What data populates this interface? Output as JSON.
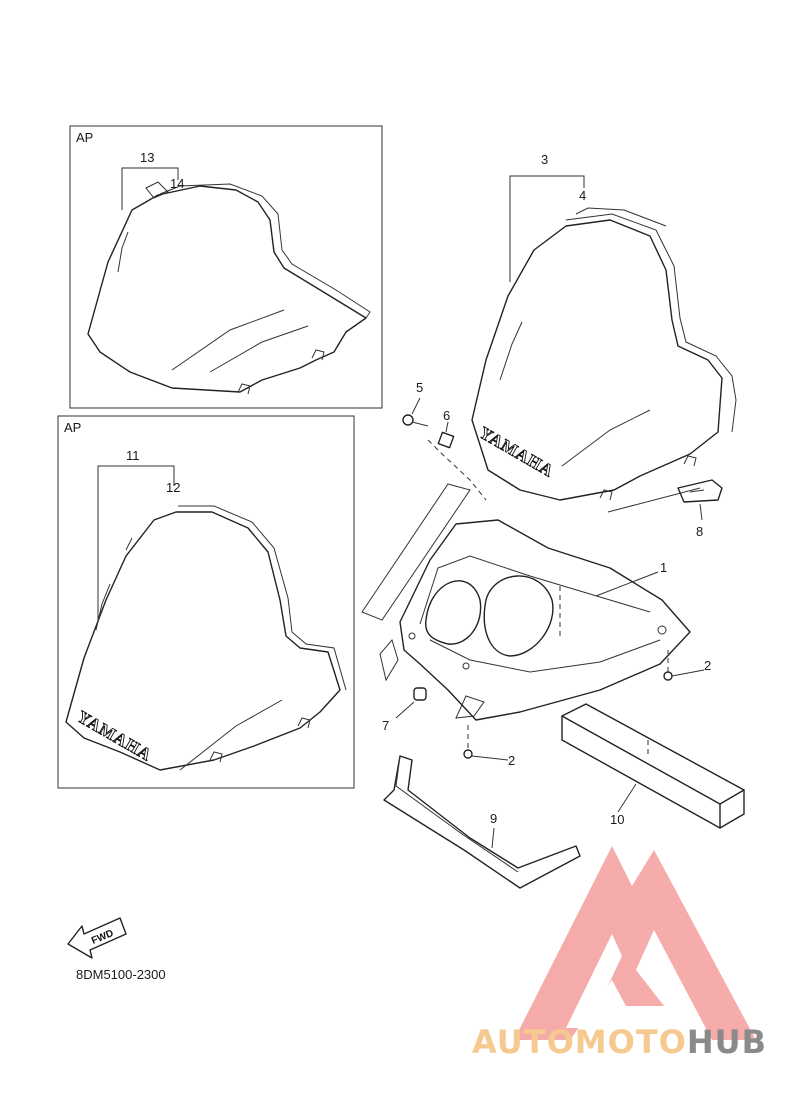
{
  "diagram": {
    "kit_label_top": "AP",
    "kit_label_bottom": "AP",
    "windshield_brand": "YAMAHA",
    "fwd_label": "FWD",
    "part_code": "8DM5100-2300",
    "callouts": {
      "c1": "1",
      "c2a": "2",
      "c2b": "2",
      "c3": "3",
      "c4": "4",
      "c5": "5",
      "c6": "6",
      "c7": "7",
      "c8": "8",
      "c9": "9",
      "c10": "10",
      "c11": "11",
      "c12": "12",
      "c13": "13",
      "c14": "14"
    }
  },
  "watermark": {
    "text_part1": "AUTOMOTO",
    "text_part2": "HUB",
    "color_part1": "#f5c98f",
    "color_part2": "#8a8a8a",
    "logo_color": "#f6a3a3"
  }
}
